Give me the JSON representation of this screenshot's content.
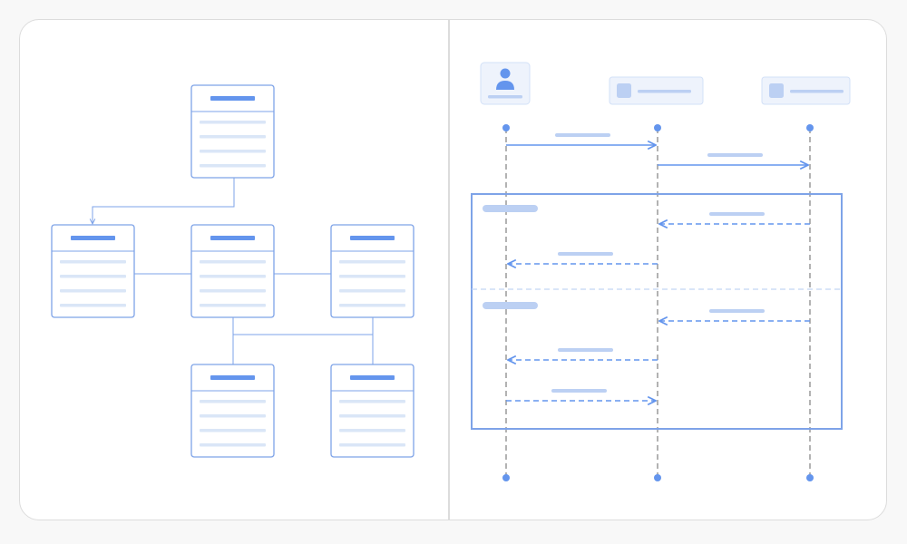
{
  "colors": {
    "page_background": "#f8f8f8",
    "card_background": "#ffffff",
    "card_border": "#dcdcdc",
    "panel_divider": "#d0d0d0",
    "accent": "#6495ed",
    "box_stroke": "#7ea3e8",
    "placeholder_line": "#dae6f7",
    "message_placeholder": "#bcd0f3",
    "lifeline": "#a0a0a0",
    "participant_fill": "#eef3fc",
    "participant_stroke": "#d3e1f7",
    "section_divider": "#c2d5f4"
  },
  "icons": {
    "actor": "person-icon",
    "participant": "square-icon"
  },
  "class_diagram": {
    "boxes": [
      {
        "id": "top"
      },
      {
        "id": "left"
      },
      {
        "id": "center"
      },
      {
        "id": "right"
      },
      {
        "id": "bottom-left"
      },
      {
        "id": "bottom-right"
      }
    ],
    "connectors": [
      {
        "from": "top",
        "to": "left",
        "arrow": true
      },
      {
        "from": "left",
        "to": "center",
        "arrow": false
      },
      {
        "from": "center",
        "to": "right",
        "arrow": false
      },
      {
        "from": "center",
        "to": "bottom-left",
        "arrow": false
      },
      {
        "from": "right",
        "to": "bottom-right",
        "arrow": false
      }
    ]
  },
  "sequence_diagram": {
    "participants": [
      {
        "id": "actor",
        "kind": "actor"
      },
      {
        "id": "service-a",
        "kind": "component"
      },
      {
        "id": "service-b",
        "kind": "component"
      }
    ],
    "messages": [
      {
        "from": "actor",
        "to": "service-a",
        "style": "solid"
      },
      {
        "from": "service-a",
        "to": "service-b",
        "style": "solid"
      },
      {
        "from": "service-b",
        "to": "service-a",
        "style": "dashed"
      },
      {
        "from": "service-a",
        "to": "actor",
        "style": "dashed"
      },
      {
        "from": "service-b",
        "to": "service-a",
        "style": "dashed"
      },
      {
        "from": "service-a",
        "to": "actor",
        "style": "dashed"
      },
      {
        "from": "actor",
        "to": "service-a",
        "style": "dashed"
      }
    ],
    "fragment": {
      "sections": 2
    }
  }
}
